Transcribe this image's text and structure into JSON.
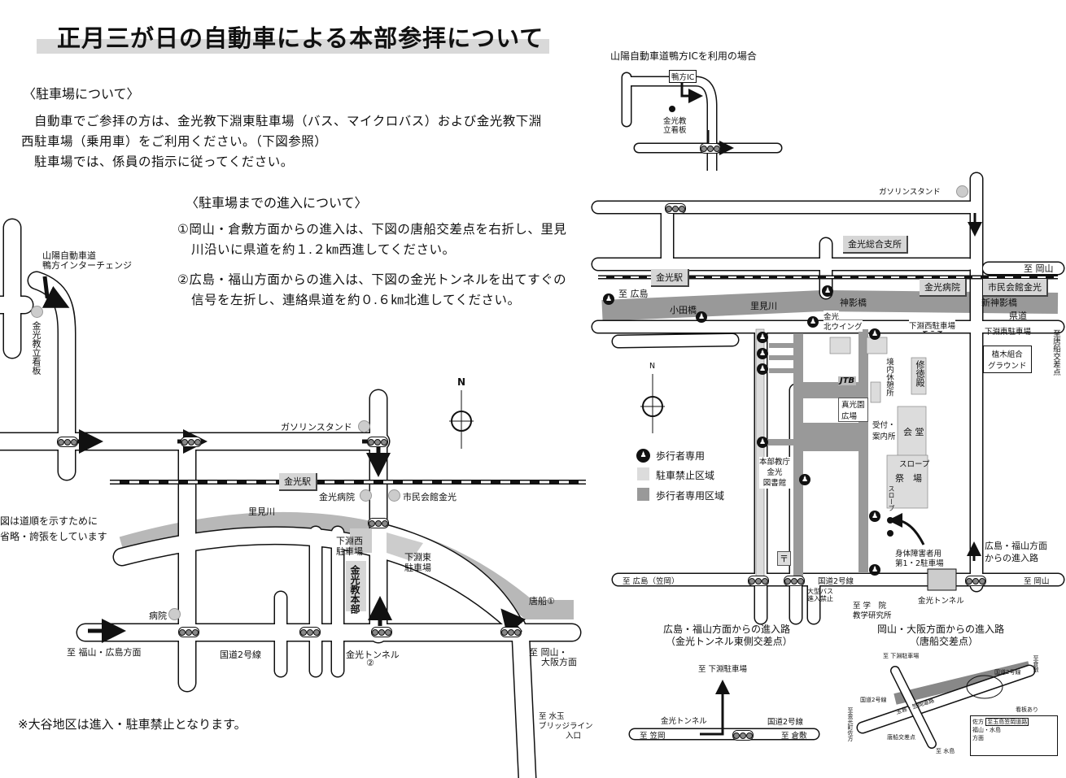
{
  "title": "正月三が日の自動車による本部参拝について",
  "parking": {
    "heading": "〈駐車場について〉",
    "lines": [
      "自動車でご参拝の方は、金光教下淵東駐車場（バス、マイクロバス）および金光教下淵",
      "西駐車場（乗用車）をご利用ください。（下図参照）",
      "駐車場では、係員の指示に従ってください。"
    ]
  },
  "approach": {
    "heading": "〈駐車場までの進入について〉",
    "item1": [
      "①岡山・倉敷方面からの進入は、下図の唐船交差点を右折し、里見",
      "川沿いに県道を約１.２㎞西進してください。"
    ],
    "item2": [
      "②広島・福山方面からの進入は、下図の金光トンネルを出てすぐの",
      "信号を左折し、連絡県道を約０.６㎞北進してください。"
    ]
  },
  "left_map": {
    "ic_label": [
      "山陽自動車道",
      "鴨方インターチェンジ"
    ],
    "signboard": "金光教立看板",
    "gas_station": "ガソリンスタンド",
    "north": "N",
    "station": "金光駅",
    "hospital_konko": "金光病院",
    "civic_hall": "市民会館金光",
    "river": "里見川",
    "disclaimer": [
      "図は道順を示すために",
      "省略・誇張をしています"
    ],
    "west_parking": [
      "下淵西",
      "駐車場"
    ],
    "east_parking": [
      "下淵東",
      "駐車場"
    ],
    "headquarters": "金光教本部",
    "karafune": "唐船①",
    "hospital": "病院",
    "to_fukuyama": "至 福山・広島方面",
    "route2": "国道2号線",
    "tunnel": [
      "金光トンネル",
      "②"
    ],
    "to_okayama": [
      "至 岡山・",
      "大阪方面"
    ],
    "to_mizutama": [
      "至 水玉",
      "ブリッジライン",
      "入口"
    ]
  },
  "note": "※大谷地区は進入・駐車禁止となります。",
  "ic_inset": {
    "title": "山陽自動車道鴨方ICを利用の場合",
    "ic": "鴨方IC",
    "signboard": [
      "金光教",
      "立看板"
    ]
  },
  "right_map": {
    "gas_station": "ガソリンスタンド",
    "branch_office": "金光総合支所",
    "to_okayama_top": "至 岡山",
    "station": "金光駅",
    "to_hiroshima": "至 広島",
    "hospital": "金光病院",
    "civic_hall": "市民会館金光",
    "odabashi": "小田橋",
    "river": "里見川",
    "kamikagebashi": "神影橋",
    "shinkamikagebashi": "新神影橋",
    "prefectural_road": "県道",
    "north_wing": [
      "金光",
      "北ウイング"
    ],
    "west_parking": "下淵西駐車場",
    "east_parking": "下淵東駐車場",
    "ueki": [
      "植木組合",
      "グラウンド"
    ],
    "to_karafune": "至唐船交差点",
    "rest_area": "境内休憩所",
    "shutokuden": "修徳殿",
    "jtb": "JTB",
    "shinkoen": [
      "真光園",
      "広場"
    ],
    "reception": [
      "受付・",
      "案内所"
    ],
    "kaido": "会 堂",
    "slope1": "スロープ",
    "saijo": "祭　場",
    "slope2": "スロープ",
    "honbu": [
      "本部教庁",
      "金光",
      "図書館"
    ],
    "post": "〒",
    "disabled_parking": [
      "身体障害者用",
      "第1・2駐車場"
    ],
    "approach_hiroshima": [
      "広島・福山方面",
      "からの進入路"
    ],
    "to_hiroshima_kasaoka": "至 広島（笠岡）",
    "route2": "国道2号線",
    "to_okayama": "至 岡山",
    "bus_ban": [
      "大型バス",
      "進入禁止"
    ],
    "to_gakuin": [
      "至 学　院",
      "教学研究所"
    ],
    "tunnel": "金光トンネル",
    "north": "N"
  },
  "legend": [
    {
      "icon": "pedestrian-icon",
      "label": "歩行者専用"
    },
    {
      "swatch": "#dcdcdc",
      "label": "駐車禁止区域"
    },
    {
      "swatch": "#999999",
      "label": "歩行者専用区域"
    }
  ],
  "inset_east": {
    "title": [
      "広島・福山方面からの進入路",
      "（金光トンネル東側交差点）"
    ],
    "to_shimobuchi": "至 下淵駐車場",
    "tunnel": "金光トンネル",
    "route2": "国道2号線",
    "to_kasaoka": "至 笠岡",
    "to_kurashiki": "至 倉敷"
  },
  "inset_karafune": {
    "title": [
      "岡山・大阪方面からの進入路",
      "（唐船交差点）"
    ],
    "to_shimobuchi": "至 下淵駐車場",
    "to_kurashiki": "至倉敷",
    "route2a": "国道2号線",
    "route2b": "国道2号線",
    "road": "玉島・笠岡道路",
    "to_konkocho": "至金光町佐方",
    "karafune": "唐船交差点",
    "to_mizushima": "至 水島",
    "signboard": "看板あり",
    "sign_text": [
      "佐方",
      "至玉島笠岡道路",
      "福山・水島",
      "方面"
    ]
  }
}
